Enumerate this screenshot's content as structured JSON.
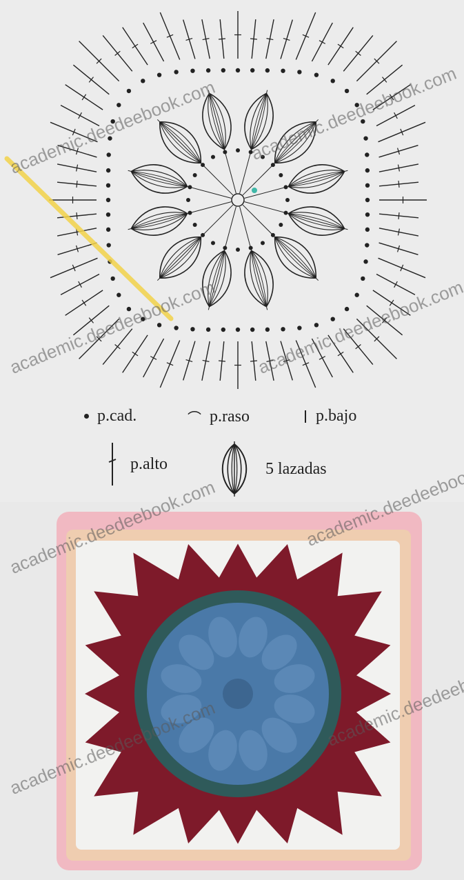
{
  "legend": {
    "chain": "p.cad.",
    "slip": "p.raso",
    "single": "p.bajo",
    "double": "p.alto",
    "puff": "5 lazadas"
  },
  "watermark": "academic.deedeebook.com",
  "colors": {
    "paper": "#ececec",
    "ink": "#222222",
    "highlight": "#f3d34a",
    "yarn_pink": "#f1b9c2",
    "yarn_peach": "#efcdb0",
    "yarn_white": "#f2f2f0",
    "yarn_maroon": "#7e1a2a",
    "yarn_teal": "#2f5a5a",
    "yarn_blue": "#4a79a8"
  }
}
